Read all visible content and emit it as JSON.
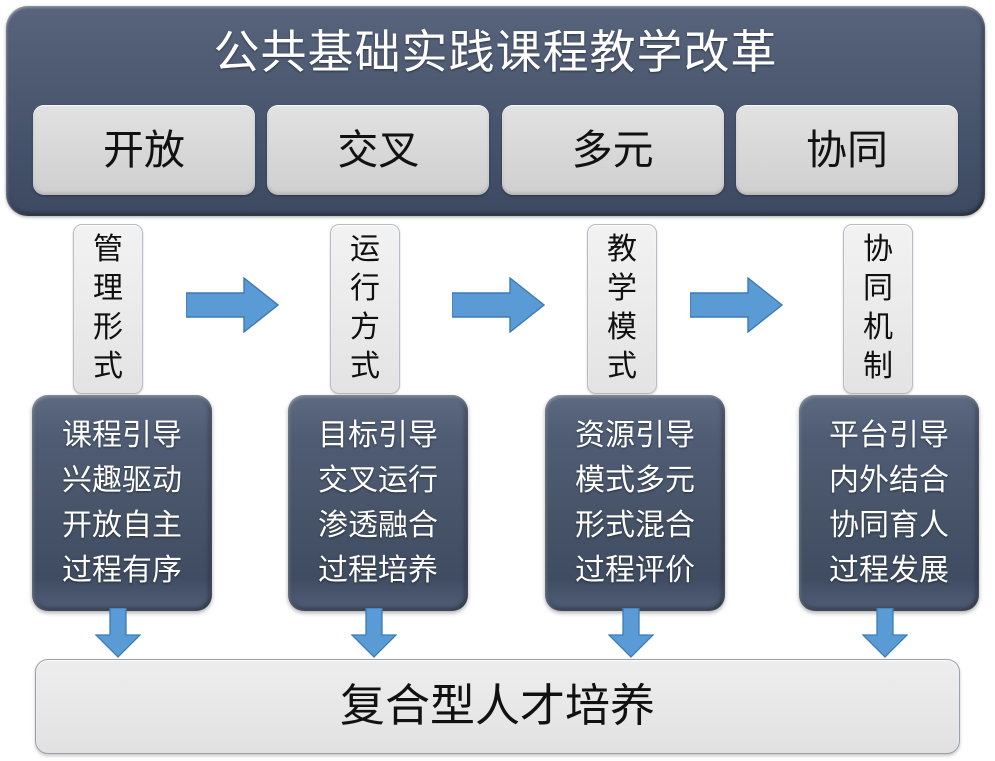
{
  "header": {
    "title": "公共基础实践课程教学改革",
    "principles": [
      {
        "label": "开放"
      },
      {
        "label": "交叉"
      },
      {
        "label": "多元"
      },
      {
        "label": "协同"
      }
    ]
  },
  "stages": [
    {
      "label": "管理形式",
      "label_chars": [
        "管",
        "理",
        "形",
        "式"
      ],
      "content_lines": [
        "课程引导",
        "兴趣驱动",
        "开放自主",
        "过程有序"
      ]
    },
    {
      "label": "运行方式",
      "label_chars": [
        "运",
        "行",
        "方",
        "式"
      ],
      "content_lines": [
        "目标引导",
        "交叉运行",
        "渗透融合",
        "过程培养"
      ]
    },
    {
      "label": "教学模式",
      "label_chars": [
        "教",
        "学",
        "模",
        "式"
      ],
      "content_lines": [
        "资源引导",
        "模式多元",
        "形式混合",
        "过程评价"
      ]
    },
    {
      "label": "协同机制",
      "label_chars": [
        "协",
        "同",
        "机",
        "制"
      ],
      "content_lines": [
        "平台引导",
        "内外结合",
        "协同育人",
        "过程发展"
      ]
    }
  ],
  "connectors": {
    "right_arrow_count": 3,
    "down_arrow_count": 4,
    "arrow_fill": "#5B9BD5",
    "arrow_stroke": "#3C7BB6"
  },
  "footer": {
    "label": "复合型人才培养"
  },
  "colors": {
    "header_bg": "#4e5b73",
    "pill_bg": "#d9d9d9",
    "content_box_bg": "#475468",
    "footer_bg": "#e8e8e8",
    "title_text": "#ffffff",
    "body_text": "#111111"
  }
}
